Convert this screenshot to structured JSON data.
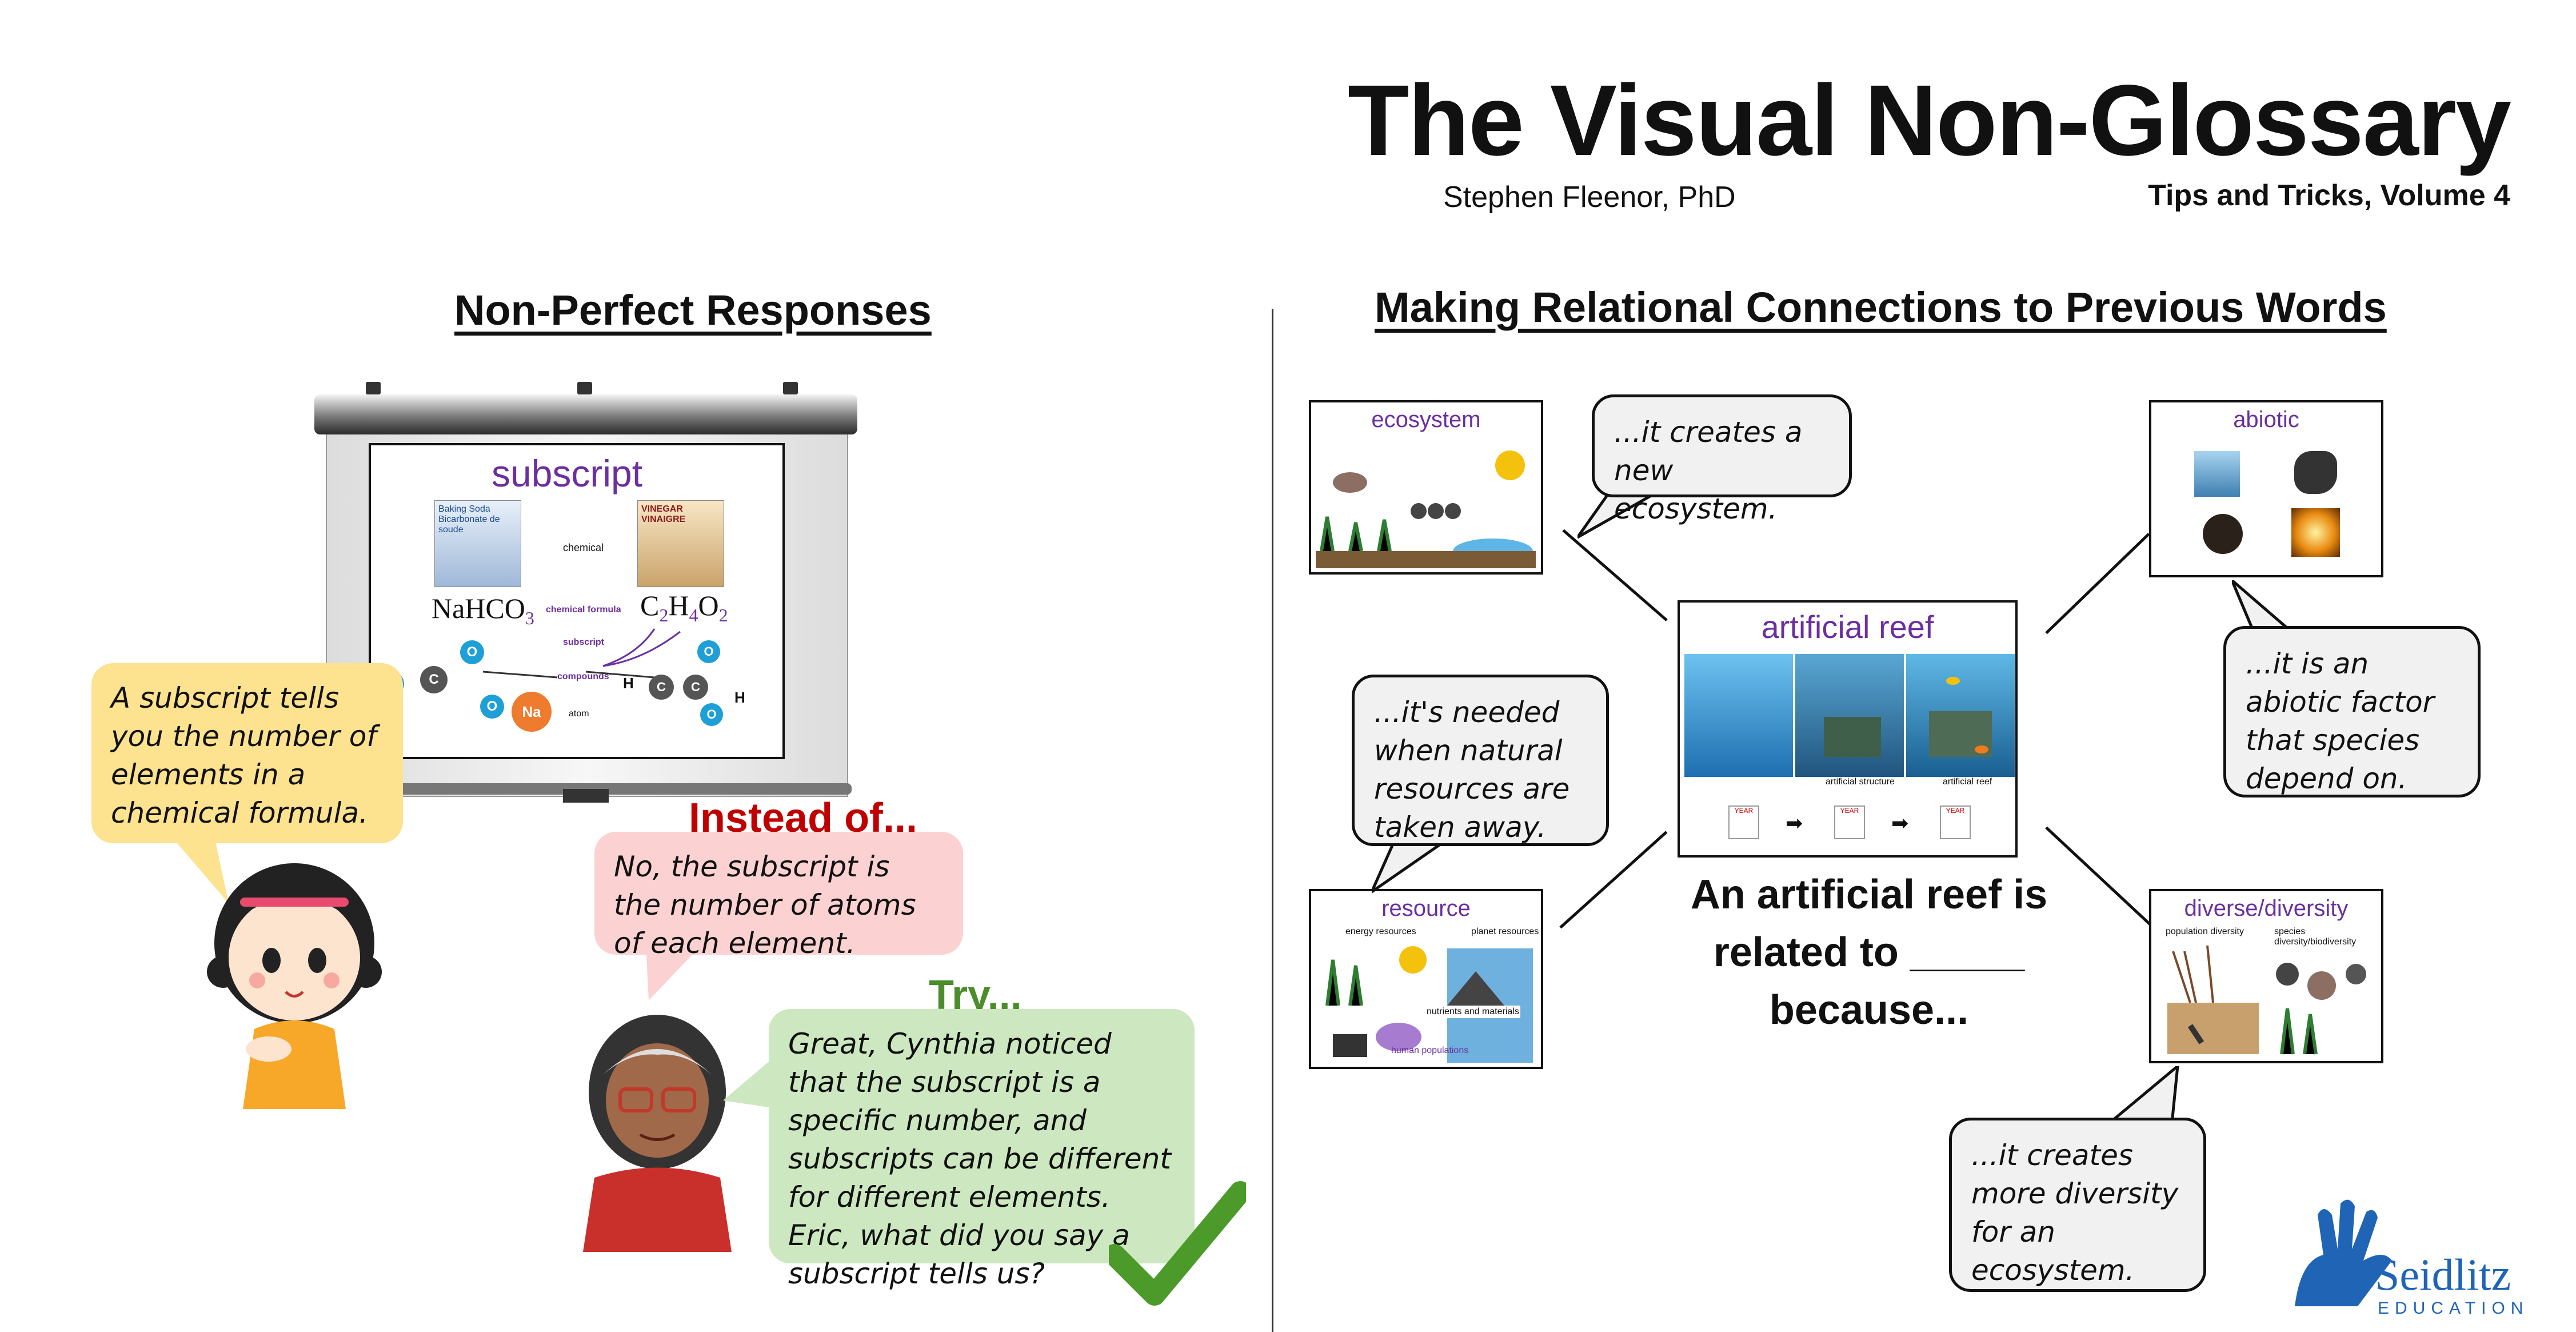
{
  "header": {
    "title": "The Visual Non-Glossary",
    "author": "Stephen Fleenor, PhD",
    "volume": "Tips and Tricks, Volume 4"
  },
  "left": {
    "title": "Non-Perfect Responses",
    "slide": {
      "word": "subscript",
      "chemical_label": "chemical",
      "formula_label": "chemical formula",
      "subscript_label": "subscript",
      "compounds_label": "compounds",
      "atom_label": "atom",
      "photo1_label": "Baking Soda Bicarbonate de soude",
      "photo2_label": "VINEGAR VINAIGRE",
      "na_label": "Na",
      "o_label": "O",
      "c_label": "C",
      "h_label": "H"
    },
    "student_bubble": "A subscript tells you the number of elements in a chemical formula.",
    "instead_label": "Instead of...",
    "instead_bubble": "No, the subscript is the number of atoms of each element.",
    "try_label": "Try...",
    "try_bubble": "Great, Cynthia noticed that the subscript is a specific number, and subscripts can be different for different elements. Eric, what did you say a subscript tells us?"
  },
  "right": {
    "title": "Making Relational Connections to Previous Words",
    "center_card": {
      "word": "artificial reef",
      "caption1": "artificial structure",
      "caption2": "artificial reef",
      "year_label": "YEAR"
    },
    "cards": {
      "ecosystem": "ecosystem",
      "abiotic": "abiotic",
      "resource": "resource",
      "diverse": "diverse/diversity"
    },
    "resource_sub": [
      "energy resources",
      "planet resources",
      "human populations",
      "nutrients and materials"
    ],
    "diverse_sub": [
      "population diversity",
      "species diversity/biodiversity"
    ],
    "bubbles": {
      "ecosystem": "...it creates a new ecosystem.",
      "abiotic": "...it is an abiotic factor that species depend on.",
      "resource": "...it's needed when natural resources are taken away.",
      "diverse": "...it creates more diversity for an ecosystem."
    },
    "caption": "An artificial reef is related to _____ because..."
  },
  "logo": {
    "name": "Seidlitz",
    "sub": "EDUCATION"
  },
  "colors": {
    "purple": "#6b2fa0",
    "instead_red": "#c00000",
    "try_green": "#4c8c2b",
    "student_bubble": "#fde28f",
    "instead_bubble": "#fbd1d1",
    "try_bubble": "#cde8c0",
    "logo_blue": "#1f64b5"
  }
}
